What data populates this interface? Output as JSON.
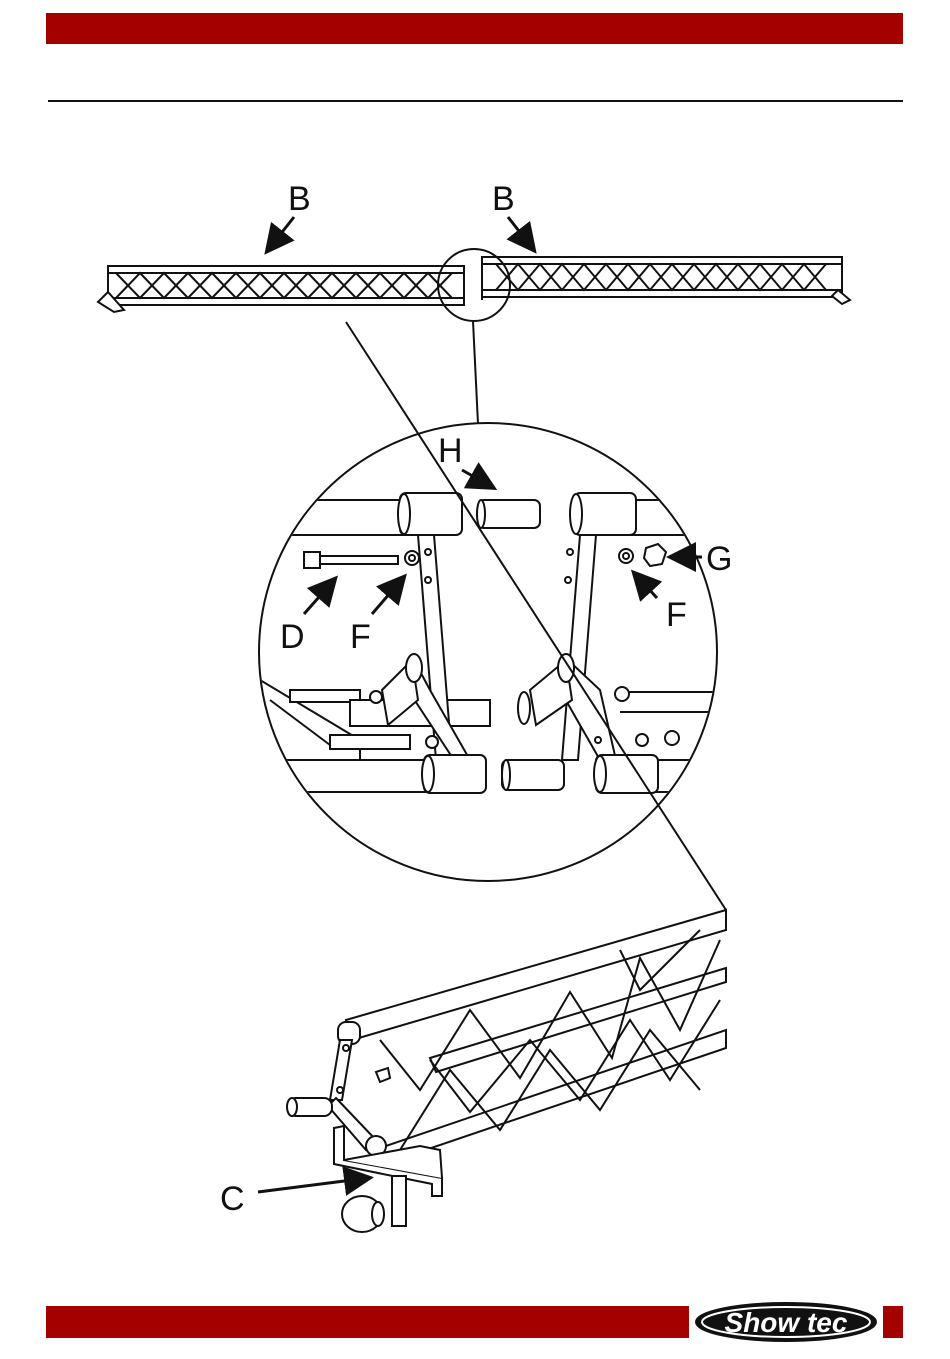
{
  "header": {},
  "callouts": {
    "b_left": "B",
    "b_right": "B",
    "h": "H",
    "d": "D",
    "f_left": "F",
    "f_right": "F",
    "g": "G",
    "c": "C"
  },
  "footer": {
    "logo_text": "Show tec",
    "logo_name": "showtec-logo"
  },
  "colors": {
    "brand_red": "#a50000",
    "line": "#111111"
  }
}
